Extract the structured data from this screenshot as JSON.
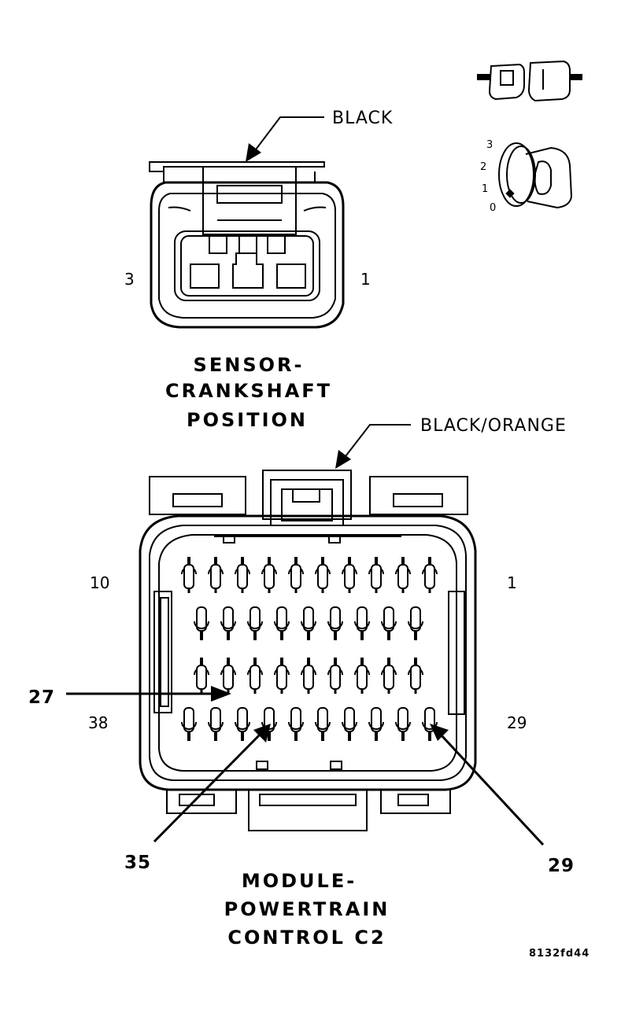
{
  "crank_sensor": {
    "wire_color": "BLACK",
    "pin_left": "3",
    "pin_right": "1",
    "title_line1": "SENSOR-",
    "title_line2": "CRANKSHAFT",
    "title_line3": "POSITION"
  },
  "pcm_connector": {
    "wire_color": "BLACK/ORANGE",
    "pin_top_left": "10",
    "pin_top_right": "1",
    "pin_bottom_left": "38",
    "pin_bottom_right": "29",
    "callout_27": "27",
    "callout_35": "35",
    "callout_29": "29",
    "title_line1": "MODULE-",
    "title_line2": "POWERTRAIN",
    "title_line3": "CONTROL C2"
  },
  "key_icon": {
    "positions": [
      "3",
      "2",
      "1",
      "0"
    ]
  },
  "figure_code": "8132fd44"
}
